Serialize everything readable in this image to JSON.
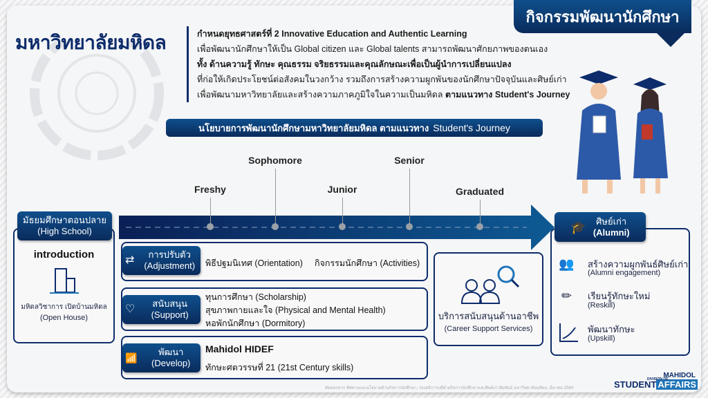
{
  "header": {
    "title": "กิจกรรมพัฒนานักศึกษา",
    "logo": "มหาวิทยาลัยมหิดล"
  },
  "intro": {
    "line1": "กำหนดยุทธศาสตร์ที่ 2 Innovative Education and Authentic Learning",
    "line2": "เพื่อพัฒนานักศึกษาให้เป็น Global citizen และ Global talents สามารถพัฒนาศักยภาพของตนเอง",
    "line3_prefix": "ทั้ง ",
    "line3_bold": "ด้านความรู้ ทักษะ คุณธรรม จริยธรรมและคุณลักษณะเพื่อเป็นผู้นำการเปลี่ยนแปลง",
    "line4": "ที่ก่อให้เกิดประโยชน์ต่อสังคมในวงกว้าง รวมถึงการสร้างความผูกพันของนักศึกษาปัจจุบันและศิษย์เก่า",
    "line5_prefix": "เพื่อพัฒนามหาวิทยาลัยและสร้างความภาคภูมิใจในความเป็นมหิดล ",
    "line5_bold": "ตามแนวทาง Student's Journey"
  },
  "banner": {
    "th": "นโยบายการพัฒนานักศึกษามหาวิทยาลัยมหิดล ตามแนวทาง",
    "en": "Student's Journey"
  },
  "stages": [
    "Freshy",
    "Sophomore",
    "Junior",
    "Senior",
    "Graduated"
  ],
  "highschool": {
    "tab_th": "มัธยมศึกษาตอนปลาย",
    "tab_en": "(High School)",
    "heading": "introduction",
    "text_th": "มหิดลวิชาการ เปิดบ้านมหิดล",
    "text_en": "(Open House)"
  },
  "rows": [
    {
      "tab_th": "การปรับตัว",
      "tab_en": "(Adjustment)",
      "items": [
        "พิธีปฐมนิเทศ (Orientation)",
        "กิจกรรมนักศึกษา (Activities)"
      ]
    },
    {
      "tab_th": "สนับสนุน",
      "tab_en": "(Support)",
      "items": [
        "ทุนการศึกษา (Scholarship)",
        "สุขภาพกายและใจ (Physical and Mental Health)",
        "หอพักนักศึกษา (Dormitory)"
      ]
    },
    {
      "tab_th": "พัฒนา",
      "tab_en": "(Develop)",
      "items": [
        "Mahidol HIDEF",
        "ทักษะศตวรรษที่ 21  (21st Century skills)"
      ]
    }
  ],
  "career": {
    "th": "บริการสนับสนุนด้านอาชีพ",
    "en": "(Career Support Services)"
  },
  "alumni": {
    "tab_th": "ศิษย์เก่า",
    "tab_en": "(Alumni)",
    "items": [
      {
        "th": "สร้างความผูกพันธ์ศิษย์เก่า",
        "en": "(Alumni engagement)"
      },
      {
        "th": "เรียนรู้ทักษะใหม่",
        "en": "(Reskill)"
      },
      {
        "th": "พัฒนาทักษะ",
        "en": "(Upskill)"
      }
    ]
  },
  "footnote": "คัดลอกจาก ทิศทางและนโยบายด้านกิจการนักศึกษา, รองอธิการบดีฝ่ายกิจการนักศึกษาและศิษย์เก่าสัมพันธ์ มหาวิทยาลัยมหิดล, มีนาคม 2564",
  "brand": {
    "top": "MAHIDOL",
    "division": "DIVISION OF",
    "word1": "STUDENT",
    "word2": "AFFAIRS"
  }
}
